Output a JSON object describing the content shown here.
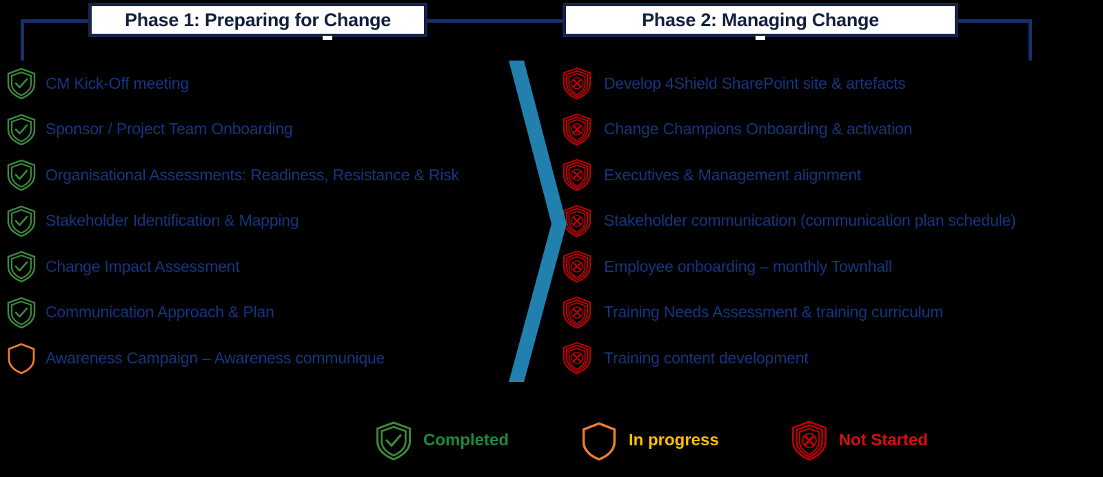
{
  "colors": {
    "background": "#000000",
    "connector_navy": "#17306B",
    "box_border_navy": "#17244A",
    "box_fill": "#FFFFFF",
    "title_text": "#14213D",
    "task_text_blue": "#15357F",
    "chevron_blue": "#2180AE",
    "status_completed_green": "#3C8A3C",
    "status_inprogress_orange": "#ED7D31",
    "status_notstarted_red": "#C00000",
    "legend_completed_text": "#1E8A3C",
    "legend_inprogress_text": "#FFC000",
    "legend_notstarted_text": "#D51010"
  },
  "phases": [
    {
      "id": "phase-1",
      "title": "Phase 1: Preparing for Change",
      "items": [
        {
          "label": "CM Kick-Off meeting",
          "status": "completed"
        },
        {
          "label": "Sponsor / Project Team Onboarding",
          "status": "completed"
        },
        {
          "label": "Organisational Assessments: Readiness, Resistance & Risk",
          "status": "completed"
        },
        {
          "label": "Stakeholder Identification & Mapping",
          "status": "completed"
        },
        {
          "label": "Change Impact Assessment",
          "status": "completed"
        },
        {
          "label": "Communication Approach & Plan",
          "status": "completed"
        },
        {
          "label": "Awareness Campaign – Awareness communique",
          "status": "in-progress"
        }
      ]
    },
    {
      "id": "phase-2",
      "title": "Phase 2: Managing Change",
      "items": [
        {
          "label": "Develop 4Shield SharePoint site & artefacts",
          "status": "not-started"
        },
        {
          "label": "Change Champions Onboarding & activation",
          "status": "not-started"
        },
        {
          "label": "Executives & Management alignment",
          "status": "not-started"
        },
        {
          "label": "Stakeholder communication (communication plan schedule)",
          "status": "not-started"
        },
        {
          "label": "Employee onboarding – monthly Townhall",
          "status": "not-started"
        },
        {
          "label": "Training Needs Assessment & training curriculum",
          "status": "not-started"
        },
        {
          "label": "Training content development",
          "status": "not-started"
        }
      ]
    }
  ],
  "legend": {
    "items": [
      {
        "label": "Completed",
        "status": "completed",
        "icon": "shield-check-icon",
        "text_color": "#1E8A3C"
      },
      {
        "label": "In progress",
        "status": "in-progress",
        "icon": "shield-blank-icon",
        "text_color": "#FFC000"
      },
      {
        "label": "Not Started",
        "status": "not-started",
        "icon": "shield-cross-icon",
        "text_color": "#D51010"
      }
    ]
  }
}
